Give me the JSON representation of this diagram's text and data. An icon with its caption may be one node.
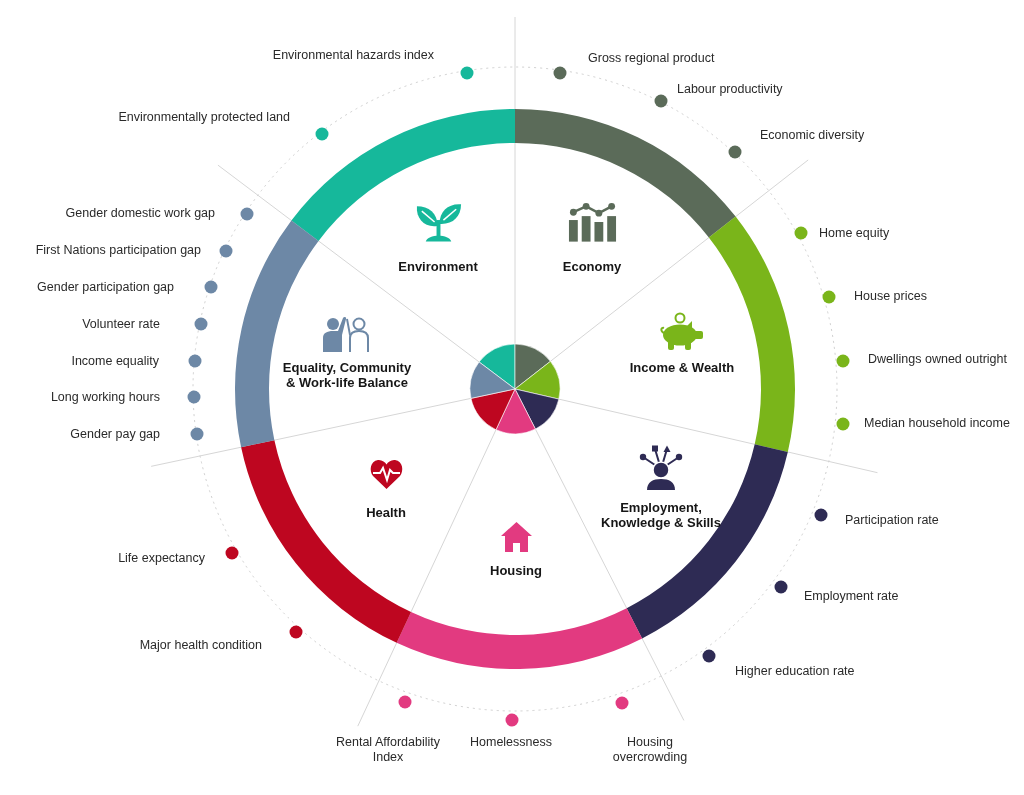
{
  "diagram": {
    "nodes": [
      {
        "text": [
          "Environment"
        ]
      },
      {
        "text": [
          "Economy"
        ]
      },
      {
        "text": [
          "Income & Wealth"
        ]
      },
      {
        "text": [
          "Employment, Knowledge & Skills"
        ]
      },
      {
        "text": [
          "Housing"
        ]
      },
      {
        "text": [
          "Health"
        ]
      },
      {
        "text": [
          "Equality, Community & Work-life Balance"
        ]
      },
      {
        "text": [],
        "shape": "circle",
        "beside": [
          "Environmentally protected land"
        ]
      },
      {
        "text": [],
        "shape": "circle",
        "beside": [
          "Environmental hazards index"
        ]
      },
      {
        "text": [],
        "shape": "circle",
        "beside": [
          "Gross regional product"
        ]
      },
      {
        "text": [],
        "shape": "circle",
        "beside": [
          "Labour productivity"
        ]
      },
      {
        "text": [],
        "shape": "circle",
        "beside": [
          "Economic diversity"
        ]
      },
      {
        "text": [],
        "shape": "circle",
        "beside": [
          "Home equity"
        ]
      },
      {
        "text": [],
        "shape": "circle",
        "beside": [
          "House prices"
        ]
      },
      {
        "text": [],
        "shape": "circle",
        "beside": [
          "Dwellings owned outright"
        ]
      },
      {
        "text": [],
        "shape": "circle",
        "beside": [
          "Median household income"
        ]
      },
      {
        "text": [],
        "shape": "circle",
        "beside": [
          "Participation rate"
        ]
      },
      {
        "text": [],
        "shape": "circle",
        "beside": [
          "Employment rate"
        ]
      },
      {
        "text": [],
        "shape": "circle",
        "beside": [
          "Higher education rate"
        ]
      },
      {
        "text": [],
        "shape": "circle",
        "beside": [
          "Housing overcrowding"
        ]
      },
      {
        "text": [],
        "shape": "circle",
        "beside": [
          "Homelessness"
        ]
      },
      {
        "text": [],
        "shape": "circle",
        "beside": [
          "Rental Affordability Index"
        ]
      },
      {
        "text": [],
        "shape": "circle",
        "beside": [
          "Major health condition"
        ]
      },
      {
        "text": [],
        "shape": "circle",
        "beside": [
          "Life expectancy"
        ]
      },
      {
        "text": [],
        "shape": "circle",
        "beside": [
          "Gender pay gap"
        ]
      },
      {
        "text": [],
        "shape": "circle",
        "beside": [
          "Long working hours"
        ]
      },
      {
        "text": [],
        "shape": "circle",
        "beside": [
          "Income equality"
        ]
      },
      {
        "text": [],
        "shape": "circle",
        "beside": [
          "Volunteer rate"
        ]
      },
      {
        "text": [],
        "shape": "circle",
        "beside": [
          "Gender participation gap"
        ]
      },
      {
        "text": [],
        "shape": "circle",
        "beside": [
          "First Nations participation gap"
        ]
      },
      {
        "text": [],
        "shape": "circle",
        "beside": [
          "Gender domestic work gap"
        ]
      }
    ]
  }
}
